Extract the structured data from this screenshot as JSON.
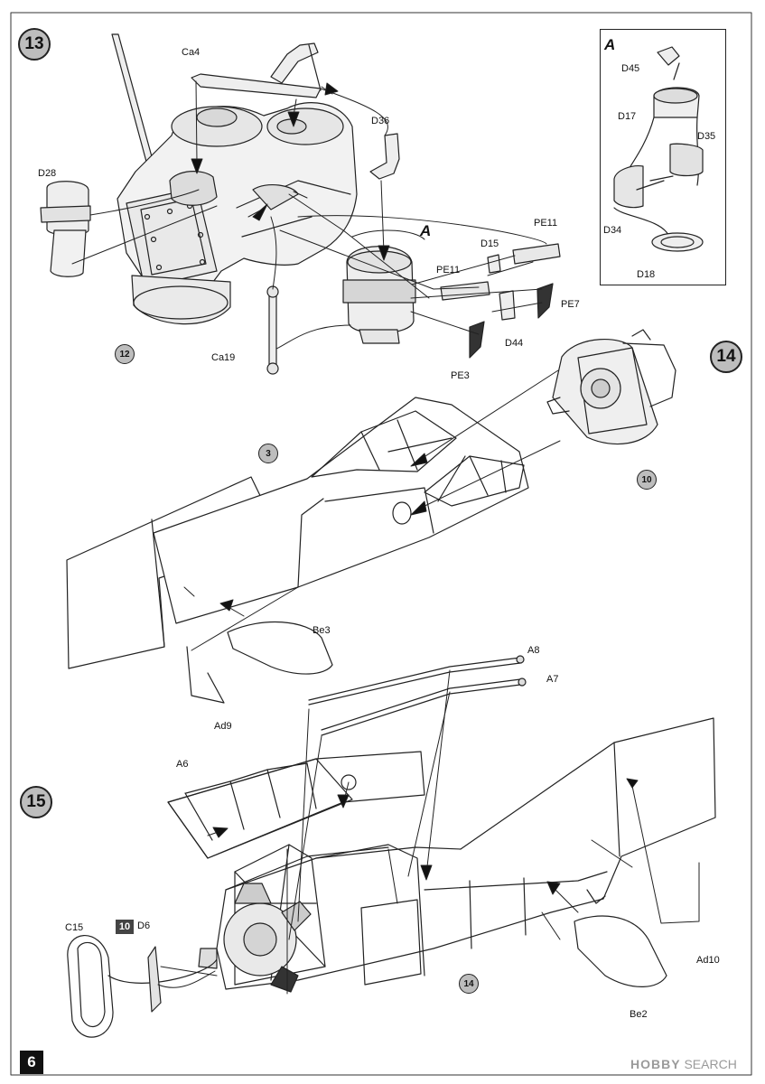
{
  "page": {
    "number": "6"
  },
  "watermark": {
    "logo_text": "HOBBY",
    "text": "SEARCH"
  },
  "steps": [
    {
      "number": "13"
    },
    {
      "number": "14"
    },
    {
      "number": "15"
    }
  ],
  "detail_a": {
    "letter": "A"
  },
  "inset": {
    "letter": "A"
  },
  "ref_badges": [
    "12",
    "3",
    "10",
    "14"
  ],
  "ref_square": "10",
  "parts": {
    "ca4": "Ca4",
    "d28": "D28",
    "d36": "D36",
    "pe11_top": "PE11",
    "d15": "D15",
    "pe11_mid": "PE11",
    "pe7": "PE7",
    "d44": "D44",
    "pe3": "PE3",
    "ca19": "Ca19",
    "d45": "D45",
    "d17": "D17",
    "d35": "D35",
    "d34": "D34",
    "d18": "D18",
    "be3": "Be3",
    "ad9": "Ad9",
    "a8": "A8",
    "a7": "A7",
    "a6": "A6",
    "c15": "C15",
    "d6": "D6",
    "ad10": "Ad10",
    "be2": "Be2"
  }
}
